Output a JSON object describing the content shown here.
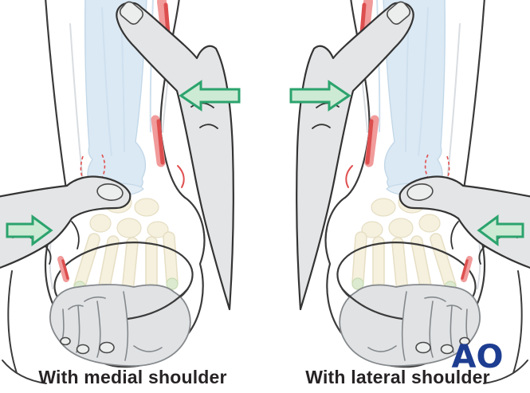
{
  "figure": {
    "panels": [
      {
        "caption": "With medial shoulder",
        "upper_arrow_direction": "left",
        "lower_arrow_direction": "right"
      },
      {
        "caption": "With lateral shoulder",
        "upper_arrow_direction": "right",
        "lower_arrow_direction": "left"
      }
    ],
    "logo": {
      "text": "AO",
      "color": "#1d3d91"
    },
    "colors": {
      "background": "#ffffff",
      "outline": "#3b3b3b",
      "hand_skin_gray": "#e4e5e6",
      "toes_gray": "#e0e2e4",
      "tibia_ghost_blue": "#dbe9f4",
      "bone_ivory": "#f5f1de",
      "bone_tip_green": "#dcead0",
      "arrow_fill": "#cdead5",
      "arrow_stroke": "#2ba36d",
      "incision_light_red": "#f19b9b",
      "incision_dark_red": "#dd4f4f",
      "fracture_red": "#e04f4f",
      "caption_color": "#272324"
    }
  }
}
